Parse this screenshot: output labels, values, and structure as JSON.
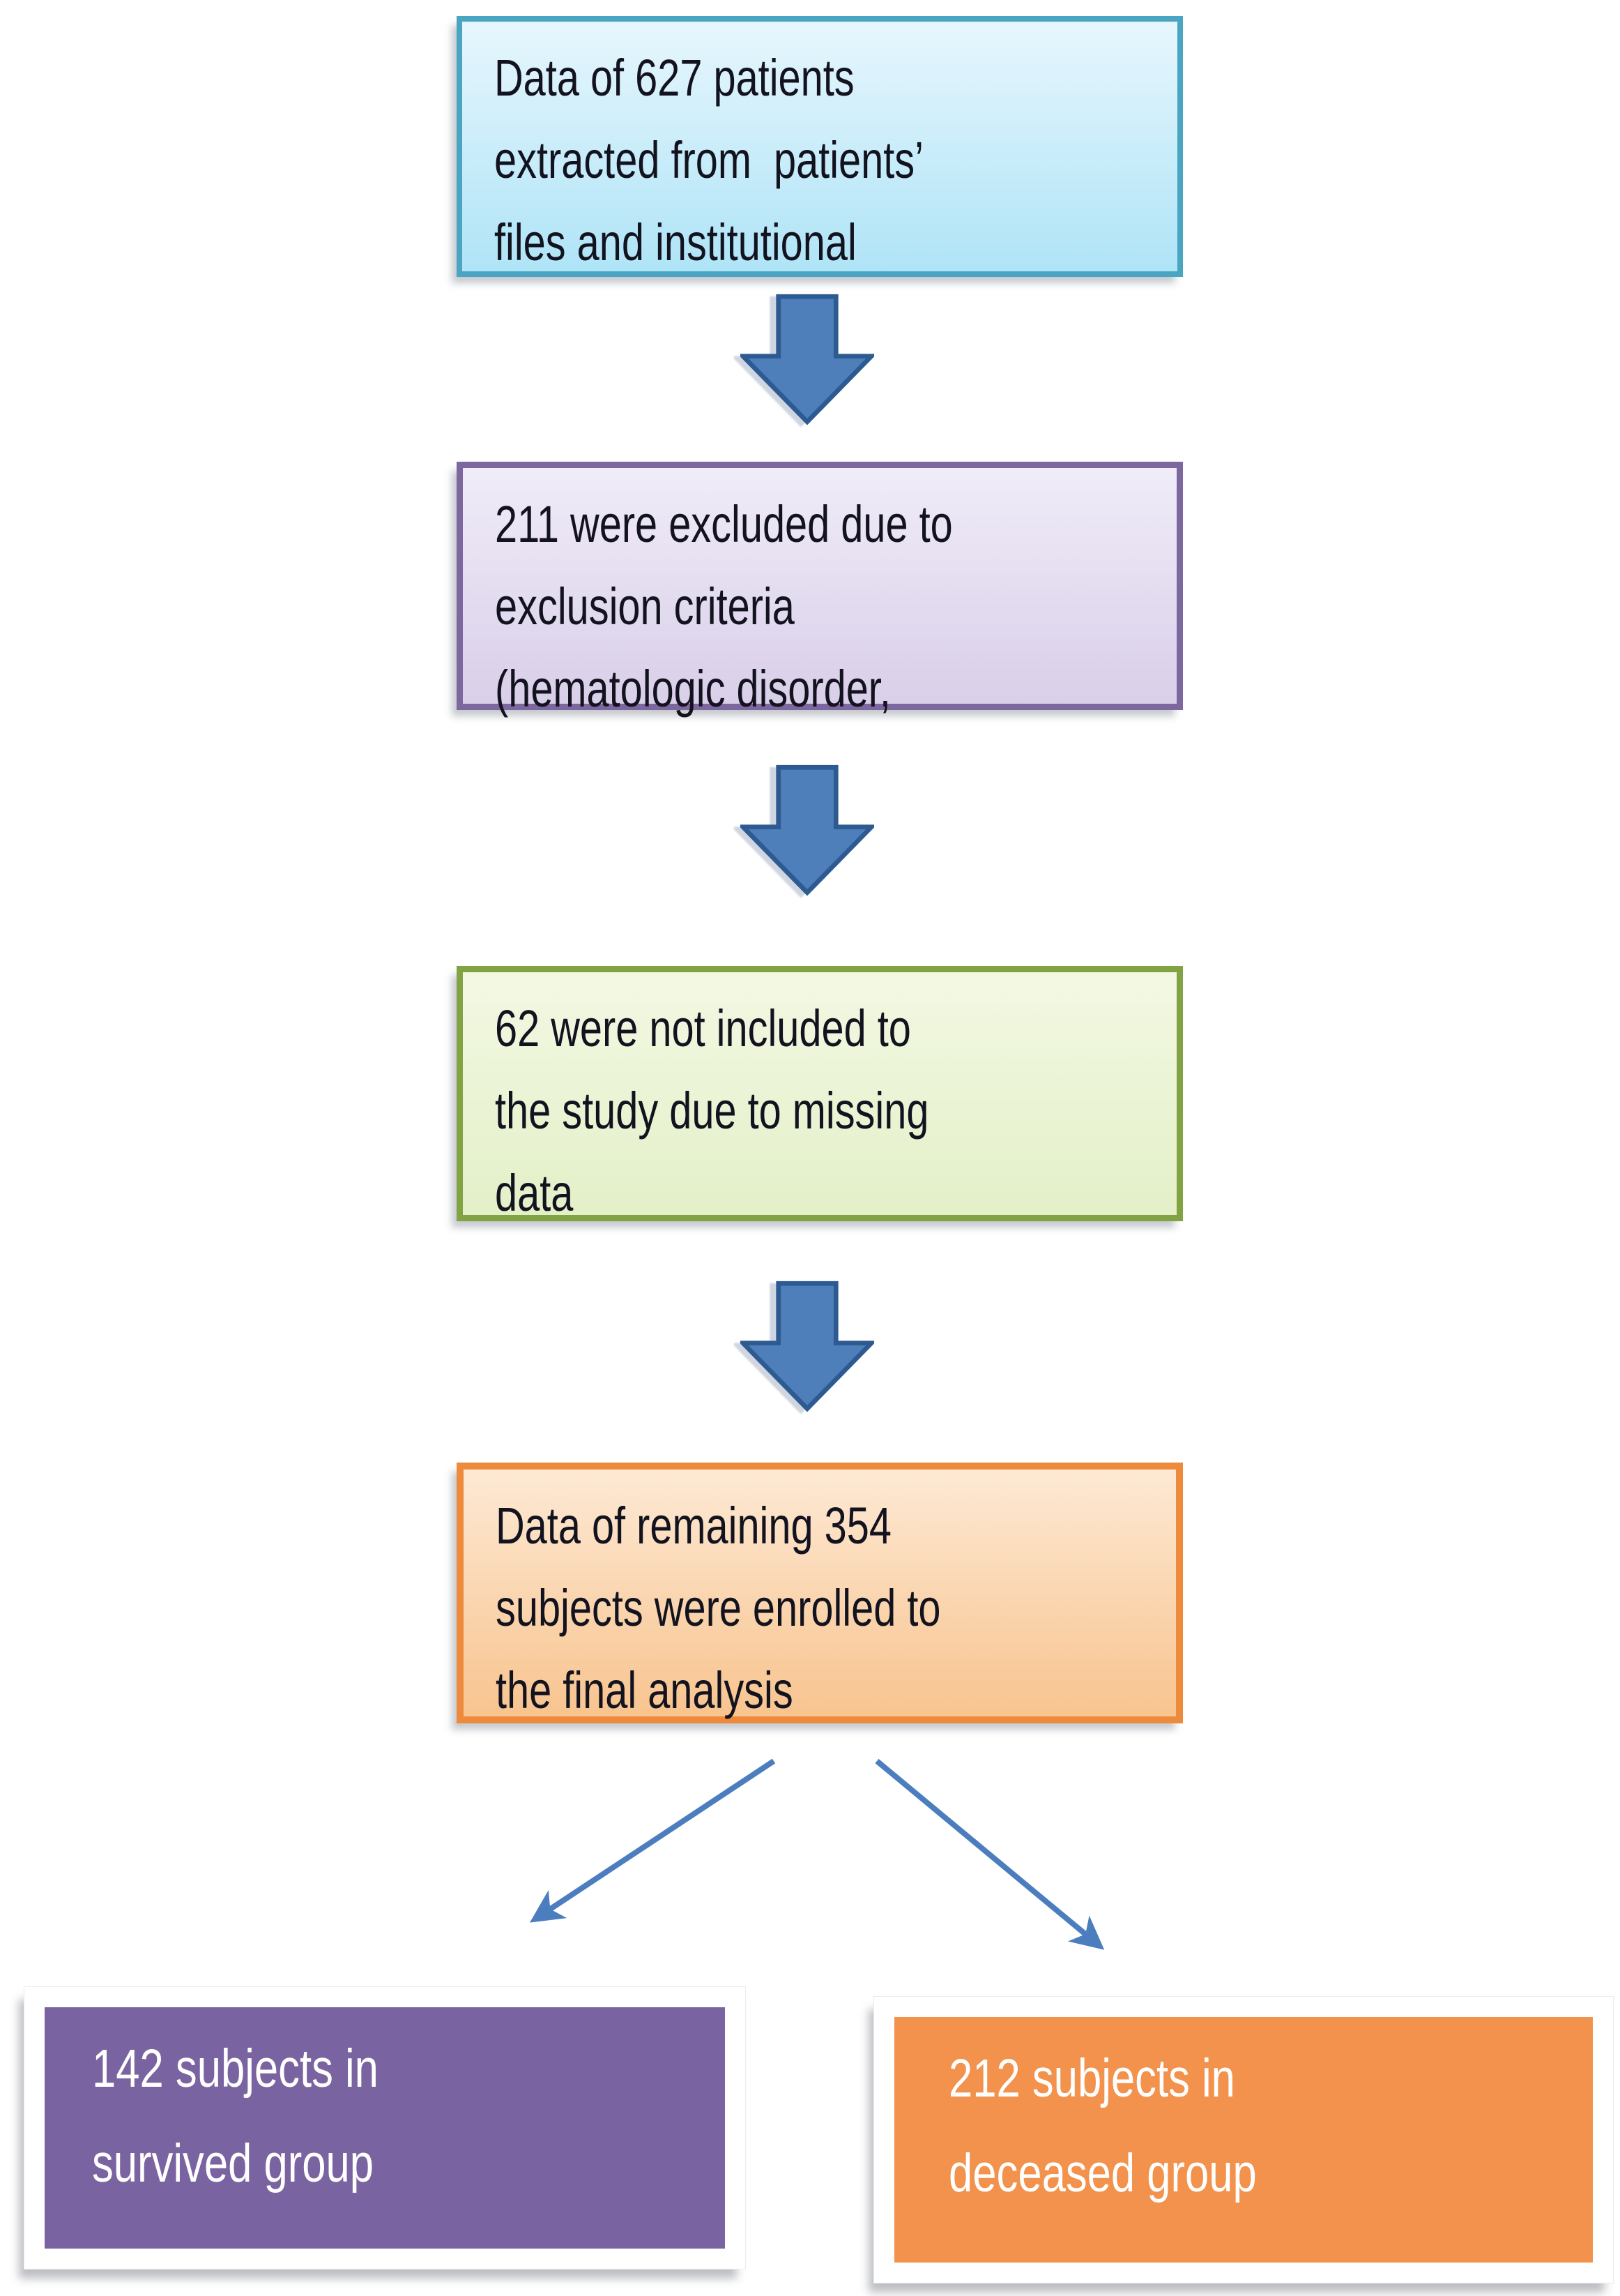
{
  "diagram": {
    "type": "study-enrollment-flowchart",
    "background": "#FFFFFF"
  },
  "palette": {
    "arrow_fill": "#4E7FBA",
    "arrow_stroke": "#2E5A92",
    "connector_blue": "#4C7EBF",
    "text_dark": "#13131F",
    "text_light": "#FFFFFF"
  },
  "flow_boxes": [
    {
      "id": "source",
      "border": "#4AA5C2",
      "fill_top": "#E7F6FD",
      "fill_bottom": "#AFE4F7",
      "lines": [
        "Data of 627 patients",
        "extracted from  patients’",
        "files and institutional"
      ]
    },
    {
      "id": "excluded",
      "border": "#7C689E",
      "fill_top": "#F0ECF8",
      "fill_bottom": "#D9CFE9",
      "lines": [
        "211 were excluded due to",
        "exclusion criteria",
        "(hematologic disorder,"
      ]
    },
    {
      "id": "not-included",
      "border": "#81A344",
      "fill_top": "#F3F8E3",
      "fill_bottom": "#E3F0C8",
      "lines": [
        "62 were not included to",
        "the study due to missing",
        "data"
      ]
    },
    {
      "id": "enrolled",
      "border": "#EE8A3C",
      "fill_top": "#FDE9D4",
      "fill_bottom": "#F8C48F",
      "lines": [
        "Data of remaining 354",
        "subjects were enrolled to",
        "the final analysis"
      ]
    }
  ],
  "outcome_boxes": [
    {
      "id": "survived",
      "fill": "#7A63A1",
      "lines": [
        "142 subjects in",
        "survived group"
      ]
    },
    {
      "id": "deceased",
      "fill": "#F2924C",
      "lines": [
        "212 subjects in",
        "deceased group"
      ]
    }
  ]
}
